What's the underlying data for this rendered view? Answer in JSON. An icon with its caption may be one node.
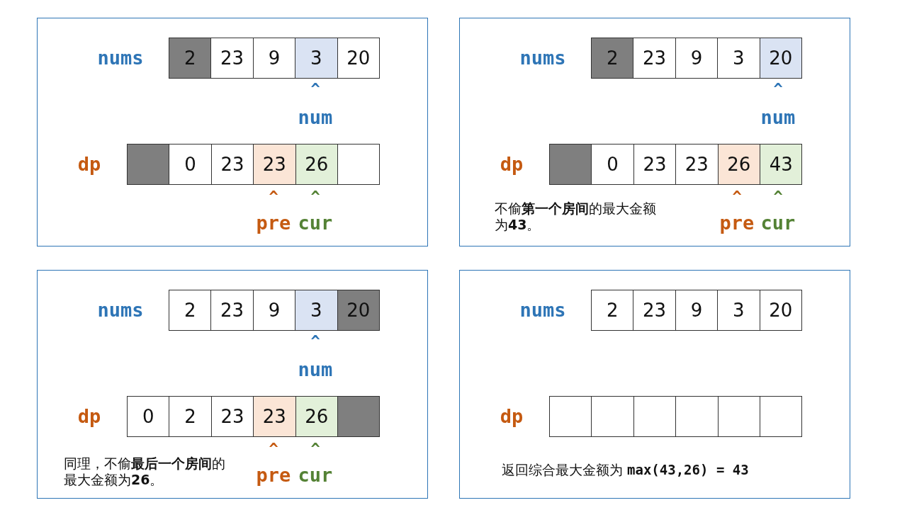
{
  "diagram": {
    "nodes": [
      {
        "text": [],
        "shape": "box"
      },
      {
        "text": [
          "2"
        ],
        "in": 0
      },
      {
        "text": [
          "23"
        ],
        "in": 0
      },
      {
        "text": [
          "9"
        ],
        "in": 0
      },
      {
        "text": [
          "3"
        ],
        "in": 0
      },
      {
        "text": [
          "20"
        ],
        "in": 0
      },
      {
        "text": [],
        "shape": "box",
        "in": 0
      },
      {
        "text": [
          "0"
        ],
        "in": 0
      },
      {
        "text": [
          "23"
        ],
        "in": 0
      },
      {
        "text": [
          "23"
        ],
        "in": 0
      },
      {
        "text": [
          "26"
        ],
        "in": 0
      },
      {
        "text": [],
        "shape": "box",
        "in": 0
      },
      {
        "text": [],
        "shape": "box"
      },
      {
        "text": [
          "2"
        ],
        "in": 12
      },
      {
        "text": [
          "23"
        ],
        "in": 12
      },
      {
        "text": [
          "9"
        ],
        "in": 12
      },
      {
        "text": [
          "3"
        ],
        "in": 12
      },
      {
        "text": [
          "20"
        ],
        "in": 12
      },
      {
        "text": [],
        "shape": "box",
        "in": 12
      },
      {
        "text": [
          "0"
        ],
        "in": 12
      },
      {
        "text": [
          "23"
        ],
        "in": 12
      },
      {
        "text": [
          "23"
        ],
        "in": 12
      },
      {
        "text": [
          "26"
        ],
        "in": 12
      },
      {
        "text": [
          "43"
        ],
        "in": 12
      },
      {
        "text": [],
        "shape": "box"
      },
      {
        "text": [
          "2"
        ],
        "in": 24
      },
      {
        "text": [
          "23"
        ],
        "in": 24
      },
      {
        "text": [
          "9"
        ],
        "in": 24
      },
      {
        "text": [
          "3"
        ],
        "in": 24
      },
      {
        "text": [
          "20"
        ],
        "in": 24
      },
      {
        "text": [
          "0"
        ],
        "in": 24
      },
      {
        "text": [
          "2"
        ],
        "in": 24
      },
      {
        "text": [
          "23"
        ],
        "in": 24
      },
      {
        "text": [
          "23"
        ],
        "in": 24
      },
      {
        "text": [
          "26"
        ],
        "in": 24
      },
      {
        "text": [],
        "shape": "box",
        "in": 24
      },
      {
        "text": [],
        "shape": "box"
      },
      {
        "text": [
          "2"
        ],
        "in": 36
      },
      {
        "text": [
          "23"
        ],
        "in": 36
      },
      {
        "text": [
          "9"
        ],
        "in": 36
      },
      {
        "text": [
          "3"
        ],
        "in": 36
      },
      {
        "text": [
          "20"
        ],
        "in": 36
      },
      {
        "text": [],
        "shape": "box",
        "in": 36
      },
      {
        "text": [],
        "shape": "box",
        "in": 36
      },
      {
        "text": [],
        "shape": "box",
        "in": 36
      },
      {
        "text": [],
        "shape": "box",
        "in": 36
      },
      {
        "text": [],
        "shape": "box",
        "in": 36
      },
      {
        "text": [],
        "shape": "box",
        "in": 36
      }
    ],
    "labels": [
      "nums",
      "^",
      "num",
      "dp",
      "^",
      "^",
      "pre",
      "cur",
      "nums",
      "^",
      "num",
      "dp",
      "^",
      "^",
      "不偷**第一个房间**的最大金额为**43**。",
      "pre",
      "cur",
      "nums",
      "^",
      "num",
      "dp",
      "^",
      "^",
      "同理，不偷**最后一个房间**的最大金额为**26**。",
      "pre",
      "cur",
      "nums",
      "dp",
      "返回综合最大金额为 **max(43,26) = 43**"
    ]
  }
}
